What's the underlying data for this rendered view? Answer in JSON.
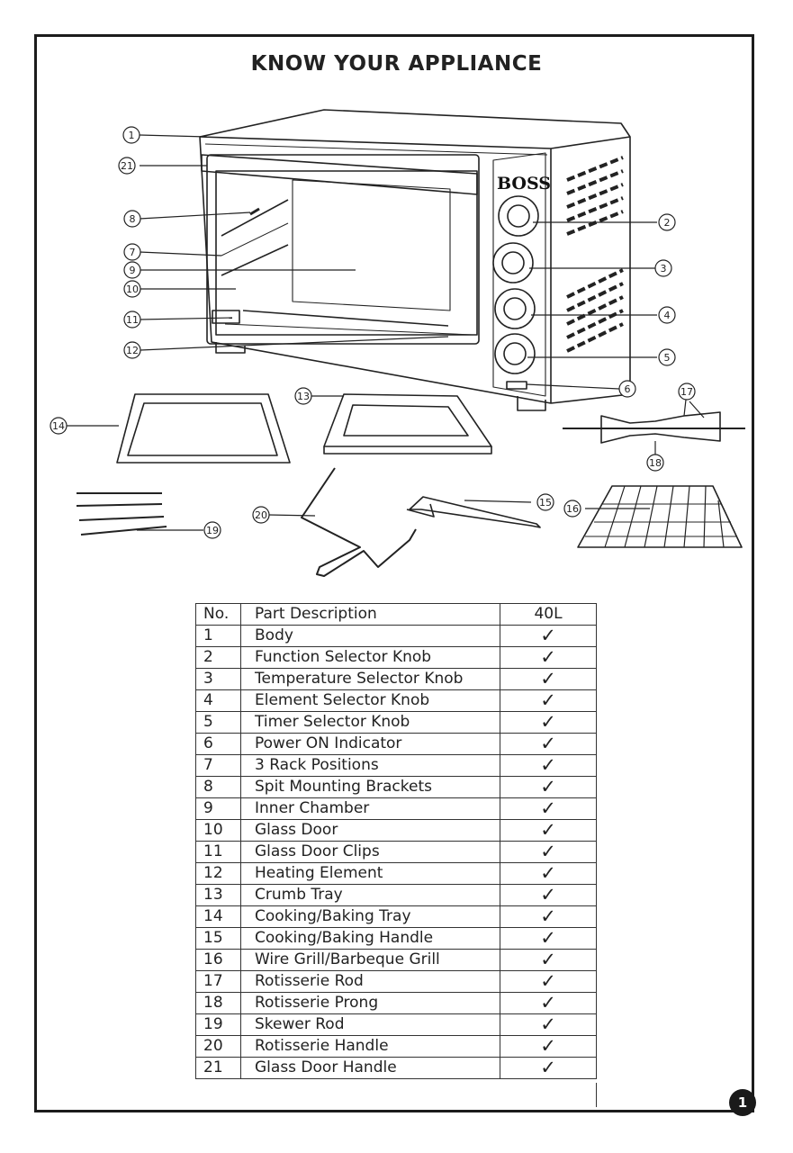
{
  "page_title": "KNOW YOUR APPLIANCE",
  "brand": "BOSS",
  "page_number": "1",
  "callouts": [
    "1",
    "2",
    "3",
    "4",
    "5",
    "6",
    "7",
    "8",
    "9",
    "10",
    "11",
    "12",
    "13",
    "14",
    "15",
    "16",
    "17",
    "18",
    "19",
    "20",
    "21"
  ],
  "table": {
    "headers": [
      "No.",
      "Part Description",
      "40L"
    ],
    "check": "✓",
    "rows": [
      {
        "no": "1",
        "desc": "Body"
      },
      {
        "no": "2",
        "desc": "Function Selector Knob"
      },
      {
        "no": "3",
        "desc": "Temperature Selector Knob"
      },
      {
        "no": "4",
        "desc": "Element Selector Knob"
      },
      {
        "no": "5",
        "desc": "Timer Selector Knob"
      },
      {
        "no": "6",
        "desc": "Power ON Indicator"
      },
      {
        "no": "7",
        "desc": "3 Rack Positions"
      },
      {
        "no": "8",
        "desc": "Spit Mounting Brackets"
      },
      {
        "no": "9",
        "desc": "Inner Chamber"
      },
      {
        "no": "10",
        "desc": "Glass Door"
      },
      {
        "no": "11",
        "desc": "Glass Door Clips"
      },
      {
        "no": "12",
        "desc": "Heating Element"
      },
      {
        "no": "13",
        "desc": "Crumb Tray"
      },
      {
        "no": "14",
        "desc": "Cooking/Baking Tray"
      },
      {
        "no": "15",
        "desc": "Cooking/Baking Handle"
      },
      {
        "no": "16",
        "desc": "Wire Grill/Barbeque Grill"
      },
      {
        "no": "17",
        "desc": "Rotisserie Rod"
      },
      {
        "no": "18",
        "desc": "Rotisserie Prong"
      },
      {
        "no": "19",
        "desc": "Skewer Rod"
      },
      {
        "no": "20",
        "desc": "Rotisserie Handle"
      },
      {
        "no": "21",
        "desc": "Glass Door Handle"
      }
    ]
  }
}
